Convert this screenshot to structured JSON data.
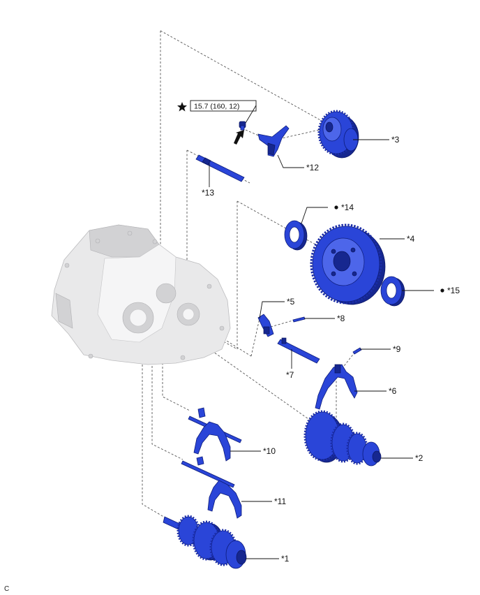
{
  "torque_spec": "15.7 (160, 12)",
  "corner_mark": "C",
  "parts": [
    {
      "id": "1",
      "label": "*1"
    },
    {
      "id": "2",
      "label": "*2"
    },
    {
      "id": "3",
      "label": "*3"
    },
    {
      "id": "4",
      "label": "*4"
    },
    {
      "id": "5",
      "label": "*5"
    },
    {
      "id": "6",
      "label": "*6"
    },
    {
      "id": "7",
      "label": "*7"
    },
    {
      "id": "8",
      "label": "*8"
    },
    {
      "id": "9",
      "label": "*9"
    },
    {
      "id": "10",
      "label": "*10"
    },
    {
      "id": "11",
      "label": "*11"
    },
    {
      "id": "12",
      "label": "*12"
    },
    {
      "id": "13",
      "label": "*13"
    },
    {
      "id": "14",
      "label": "*14"
    },
    {
      "id": "15",
      "label": "*15"
    }
  ],
  "symbols": {
    "torque_star": "star-icon",
    "non_reusable_dot": "dot-icon",
    "pointer_arrow": "arrow-icon"
  },
  "colors": {
    "part_blue": "#2a45d8",
    "case_gray": "#e9e9ea",
    "line": "#111111"
  }
}
